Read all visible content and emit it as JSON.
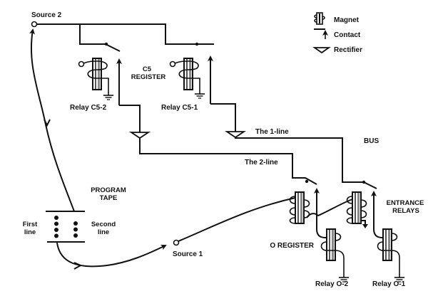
{
  "legend": {
    "items": [
      {
        "icon": "magnet-icon",
        "label": "Magnet"
      },
      {
        "icon": "contact-icon",
        "label": "Contact"
      },
      {
        "icon": "rectifier-icon",
        "label": "Rectifier"
      }
    ]
  },
  "labels": {
    "source2": "Source 2",
    "source1": "Source 1",
    "c5_register_line1": "C5",
    "c5_register_line2": "REGISTER",
    "relay_c5_2": "Relay C5-2",
    "relay_c5_1": "Relay C5-1",
    "one_line": "The 1-line",
    "two_line": "The 2-line",
    "bus": "BUS",
    "program_tape_line1": "PROGRAM",
    "program_tape_line2": "TAPE",
    "first_line_1": "First",
    "first_line_2": "line",
    "second_line_1": "Second",
    "second_line_2": "line",
    "o_register": "O REGISTER",
    "entrance_relays_line1": "ENTRANCE",
    "entrance_relays_line2": "RELAYS",
    "relay_o_2": "Relay O-2",
    "relay_o_1": "Relay O-1"
  },
  "program_tape": {
    "first_line_holes": 4,
    "second_line_holes": 3
  }
}
